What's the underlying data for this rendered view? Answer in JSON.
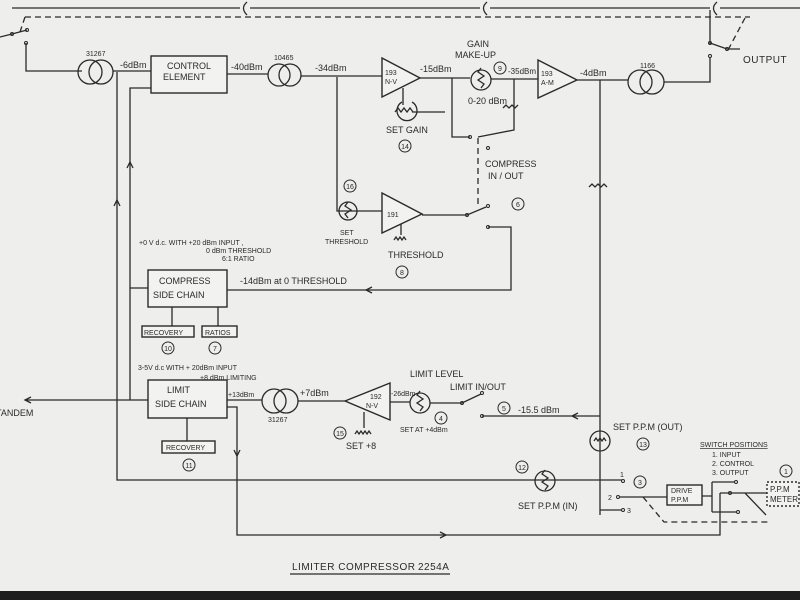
{
  "title": "LIMITER COMPRESSOR",
  "model": "2254A",
  "blocks": {
    "control_element": [
      "CONTROL",
      "ELEMENT"
    ],
    "compress_side_chain": [
      "COMPRESS",
      "SIDE CHAIN"
    ],
    "limit_side_chain": [
      "LIMIT",
      "SIDE CHAIN"
    ],
    "compress_recovery": "RECOVERY",
    "compress_ratios": "RATIOS",
    "limit_recovery": "RECOVERY",
    "drive_ppm": [
      "DRIVE",
      "P.P.M"
    ],
    "ppm_meter": [
      "P.P.M",
      "METER"
    ]
  },
  "amplifiers": {
    "amp1": [
      "193",
      "N-V"
    ],
    "amp_threshold": "191",
    "amp_out": [
      "193",
      "A-M"
    ],
    "amp_limit": [
      "192",
      "N-V"
    ]
  },
  "transformers": {
    "input": "31267",
    "mid": "10465",
    "output": "1166",
    "limit": "31267"
  },
  "levels": {
    "after_input": "-6dBm",
    "after_control": "-40dBm",
    "after_mid": "-34dBm",
    "after_amp1": "-15dBm",
    "after_gain": "-35dBm",
    "after_out_amp": "-4dBm",
    "compress_feed": "-14dBm at 0 THRESHOLD",
    "limit_out": "+13dBm",
    "limit_tx": "+7dBm",
    "limit_in": "-26dBm",
    "limit_feed": "-15.5 dBm"
  },
  "notes": {
    "compress_dc": [
      "+0 V d.c. WITH +20 dBm INPUT ,",
      "0 dBm THRESHOLD",
      "6:1 RATIO"
    ],
    "limit_dc": [
      "3-5V d.c WITH + 20dBm INPUT",
      "+8 dBm LIMITING"
    ]
  },
  "controls": {
    "gain": [
      "GAIN",
      "MAKE-UP"
    ],
    "gain_range": "0-20 dBm",
    "set_gain": "SET GAIN",
    "set_threshold": [
      "SET",
      "THRESHOLD"
    ],
    "threshold": "THRESHOLD",
    "compress_inout": [
      "COMPRESS",
      "IN / OUT"
    ],
    "limit_level": "LIMIT LEVEL",
    "limit_inout": "LIMIT IN/OUT",
    "set_at": "SET AT +4dBm",
    "set_b": "SET +8",
    "set_ppm_out": "SET P.P.M (OUT)",
    "set_ppm_in": "SET P.P.M (IN)",
    "output": "OUTPUT",
    "tandem": "TANDEM"
  },
  "circled_numbers": {
    "n1": "1",
    "n3": "3",
    "n4": "4",
    "n5": "5",
    "n6": "6",
    "n7": "7",
    "n8": "8",
    "n9": "9",
    "n10": "10",
    "n11": "11",
    "n12": "12",
    "n13": "13",
    "n14": "14",
    "n15": "15",
    "n16": "16"
  },
  "switch_positions": {
    "heading": "SWITCH POSITIONS",
    "items": [
      "1. INPUT",
      "2. CONTROL",
      "3. OUTPUT"
    ],
    "contacts": [
      "1",
      "2",
      "3"
    ]
  }
}
